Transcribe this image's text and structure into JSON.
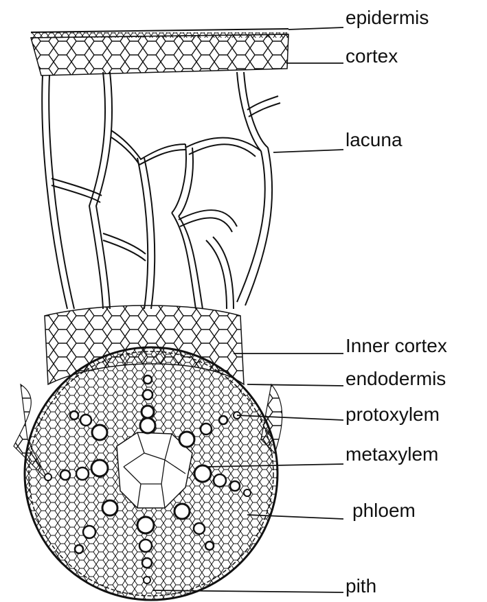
{
  "labels": {
    "epidermis": "epidermis",
    "cortex": "cortex",
    "lacuna": "lacuna",
    "inner_cortex": "Inner cortex",
    "endodermis": "endodermis",
    "protoxylem": "protoxylem",
    "metaxylem": "metaxylem",
    "phloem": "phloem",
    "pith": "pith"
  },
  "colors": {
    "ink": "#111111",
    "background": "#ffffff"
  }
}
